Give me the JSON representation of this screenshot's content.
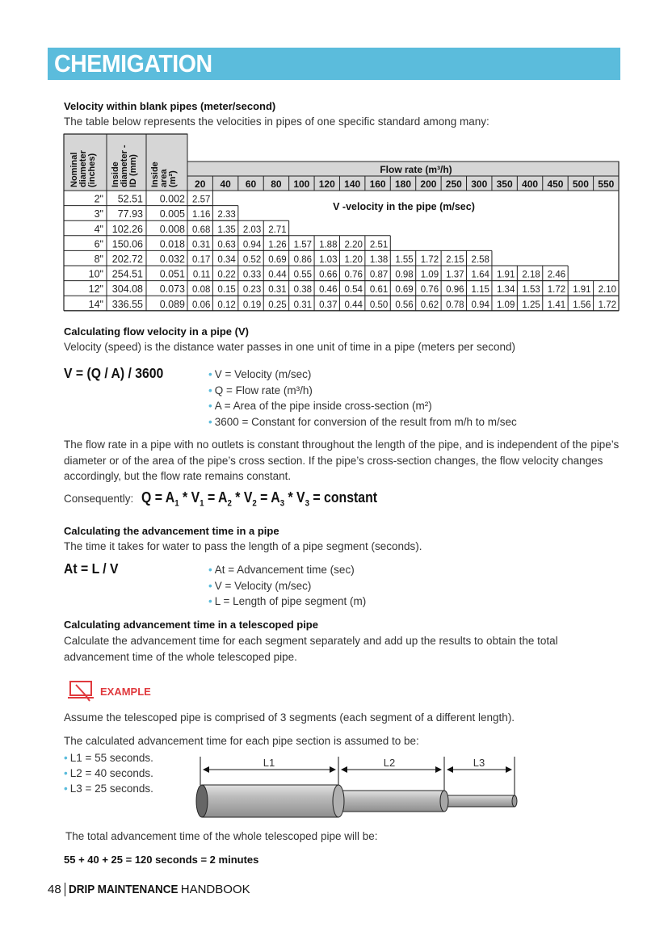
{
  "page": {
    "title": "CHEMIGATION",
    "footer_page": "48",
    "footer_bold": "DRIP MAINTENANCE",
    "footer_normal": "HANDBOOK"
  },
  "velocity_section": {
    "heading": "Velocity within blank pipes (meter/second)",
    "intro": "The table below represents the velocities in pipes of one specific standard among many:"
  },
  "table": {
    "col_headers": [
      "Nominal diameter (inches)",
      "Inside diameter - ID (mm)",
      "Inside area (m²)"
    ],
    "flow_header": "Flow rate (m³/h)",
    "overlay_label": "V -velocity in the pipe (m/sec)",
    "flow_rates": [
      "20",
      "40",
      "60",
      "80",
      "100",
      "120",
      "140",
      "160",
      "180",
      "200",
      "250",
      "300",
      "350",
      "400",
      "450",
      "500",
      "550"
    ],
    "rows": [
      {
        "nom": "2\"",
        "id": "52.51",
        "area": "0.002",
        "v": [
          "2.57"
        ]
      },
      {
        "nom": "3\"",
        "id": "77.93",
        "area": "0.005",
        "v": [
          "1.16",
          "2.33"
        ]
      },
      {
        "nom": "4\"",
        "id": "102.26",
        "area": "0.008",
        "v": [
          "0.68",
          "1.35",
          "2.03",
          "2.71"
        ]
      },
      {
        "nom": "6\"",
        "id": "150.06",
        "area": "0.018",
        "v": [
          "0.31",
          "0.63",
          "0.94",
          "1.26",
          "1.57",
          "1.88",
          "2.20",
          "2.51"
        ]
      },
      {
        "nom": "8\"",
        "id": "202.72",
        "area": "0.032",
        "v": [
          "0.17",
          "0.34",
          "0.52",
          "0.69",
          "0.86",
          "1.03",
          "1.20",
          "1.38",
          "1.55",
          "1.72",
          "2.15",
          "2.58"
        ]
      },
      {
        "nom": "10\"",
        "id": "254.51",
        "area": "0.051",
        "v": [
          "0.11",
          "0.22",
          "0.33",
          "0.44",
          "0.55",
          "0.66",
          "0.76",
          "0.87",
          "0.98",
          "1.09",
          "1.37",
          "1.64",
          "1.91",
          "2.18",
          "2.46"
        ]
      },
      {
        "nom": "12\"",
        "id": "304.08",
        "area": "0.073",
        "v": [
          "0.08",
          "0.15",
          "0.23",
          "0.31",
          "0.38",
          "0.46",
          "0.54",
          "0.61",
          "0.69",
          "0.76",
          "0.96",
          "1.15",
          "1.34",
          "1.53",
          "1.72",
          "1.91",
          "2.10"
        ]
      },
      {
        "nom": "14\"",
        "id": "336.55",
        "area": "0.089",
        "v": [
          "0.06",
          "0.12",
          "0.19",
          "0.25",
          "0.31",
          "0.37",
          "0.44",
          "0.50",
          "0.56",
          "0.62",
          "0.78",
          "0.94",
          "1.09",
          "1.25",
          "1.41",
          "1.56",
          "1.72"
        ]
      }
    ]
  },
  "flow_velocity": {
    "heading": "Calculating flow velocity in a pipe (V)",
    "intro": "Velocity (speed) is the distance water passes in one unit of time in a pipe (meters per second)",
    "formula": "V = (Q / A) / 3600",
    "bullets": [
      "V = Velocity (m/sec)",
      "Q = Flow rate (m³/h)",
      "A = Area of the pipe inside cross-section (m²)",
      "3600 = Constant for conversion of the result from m/h to m/sec"
    ],
    "paragraph": "The flow rate in a pipe with no outlets is constant throughout the length of the pipe, and is independent of the pipe’s diameter or of the area of the pipe’s cross section. If the pipe’s cross-section changes, the flow velocity changes accordingly, but the flow rate remains constant.",
    "consequently_label": "Consequently:",
    "equation": {
      "p1": "Q = A",
      "s1": "1",
      "p2": " * V",
      "s2": "1",
      "p3": " = A",
      "s3": "2",
      "p4": " * V",
      "s4": "2",
      "p5": " = A",
      "s5": "3",
      "p6": " * V",
      "s6": "3",
      "p7": " = constant"
    }
  },
  "advancement": {
    "heading": "Calculating the advancement time in a pipe",
    "intro": "The time it takes for water to pass the length of a pipe segment (seconds).",
    "formula": "At = L / V",
    "bullets": [
      "At = Advancement time (sec)",
      "V = Velocity (m/sec)",
      "L = Length of pipe segment (m)"
    ]
  },
  "telescoped": {
    "heading": "Calculating advancement time in a telescoped pipe",
    "intro": "Calculate the advancement time for each segment separately and add up the results to obtain the total advancement time of the whole telescoped pipe."
  },
  "example": {
    "label": "EXAMPLE",
    "assume": "Assume the telescoped pipe is comprised of 3 segments (each segment of a different length).",
    "calculated": "The calculated advancement time for each pipe section is assumed to be:",
    "bullets": [
      "L1 = 55 seconds.",
      "L2 = 40 seconds.",
      "L3 = 25 seconds."
    ],
    "diagram_labels": [
      "L1",
      "L2",
      "L3"
    ],
    "total_text": "The total advancement time of the whole telescoped pipe will be:",
    "result": "55 + 40 + 25 = 120 seconds = 2 minutes"
  },
  "colors": {
    "accent": "#5bbcdc",
    "example_red": "#e03a3e"
  }
}
